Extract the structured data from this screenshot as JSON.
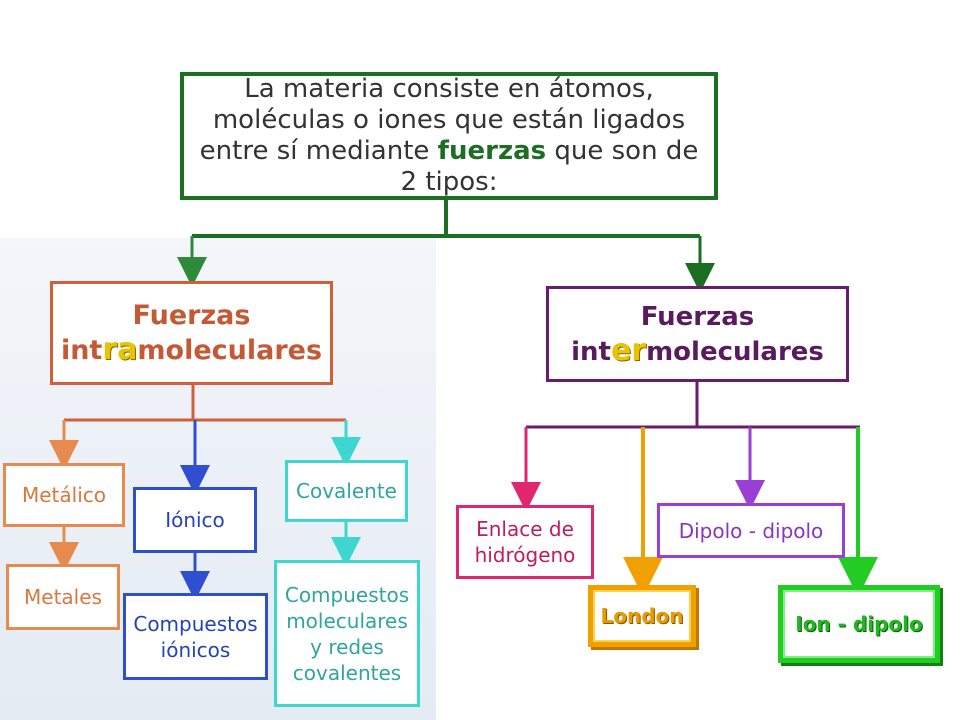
{
  "root": {
    "line1": "La materia consiste en átomos,",
    "line2": "moléculas o iones que están ligados",
    "line3_pre": "entre sí mediante ",
    "line3_bold": "fuerzas",
    "line3_post": " que son de",
    "line4": "2 tipos:"
  },
  "intra": {
    "line1": "Fuerzas",
    "pre": "int",
    "highlight": "ra",
    "post": "moleculares"
  },
  "inter": {
    "line1": "Fuerzas",
    "pre": "int",
    "highlight": "er",
    "post": "moleculares"
  },
  "intra_children": {
    "metalico": "Metálico",
    "metales": "Metales",
    "ionico": "Iónico",
    "compuestos_ionicos_1": "Compuestos",
    "compuestos_ionicos_2": "iónicos",
    "covalente": "Covalente",
    "compuestos_mol_1": "Compuestos",
    "compuestos_mol_2": "moleculares",
    "compuestos_mol_3": "y redes",
    "compuestos_mol_4": "covalentes"
  },
  "inter_children": {
    "enlace_1": "Enlace de",
    "enlace_2": "hidrógeno",
    "london": "London",
    "dipolo": "Dipolo - dipolo",
    "ion_dipolo": "Ion - dipolo"
  },
  "colors": {
    "root": "#1b6e22",
    "intra": "#d0603a",
    "inter": "#6a1b6e",
    "metalico": "#e68a4e",
    "ionico": "#2d4fd0",
    "covalente": "#3fd6cf",
    "enlace": "#e0266e",
    "london": "#f0a000",
    "dipolo": "#9a3fd6",
    "ion_dipolo": "#22cc22"
  }
}
